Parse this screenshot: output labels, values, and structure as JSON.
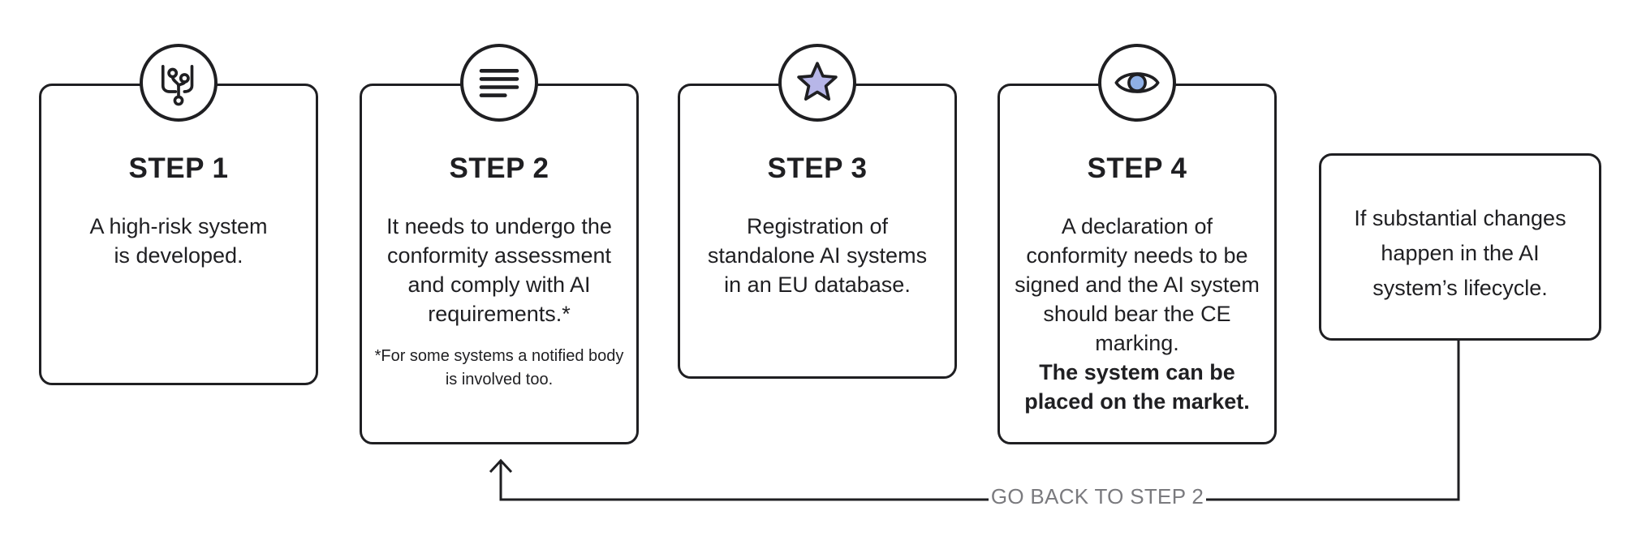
{
  "steps": [
    {
      "title": "STEP 1",
      "text": "A high-risk system is developed.",
      "icon": "branch-network-icon"
    },
    {
      "title": "STEP 2",
      "text": "It needs to undergo the conformity assessment and comply with AI requirements.*",
      "note": "*For some systems a notified body is involved too.",
      "icon": "text-lines-icon"
    },
    {
      "title": "STEP 3",
      "text": "Registration of standalone AI systems in an EU database.",
      "icon": "star-icon"
    },
    {
      "title": "STEP 4",
      "text": "A declaration of conformity needs to be signed and the AI system should bear the CE marking.",
      "strong_text": "The system can be placed on the market.",
      "icon": "eye-icon"
    }
  ],
  "change_box": {
    "text": "If substantial changes happen in the AI system’s lifecycle."
  },
  "loop": {
    "label": "GO BACK TO STEP 2"
  },
  "colors": {
    "stroke": "#1f1f22",
    "label_gray": "#7a7a7e",
    "star_fill": "#b7b6e8",
    "eye_fill": "#8fb0e6"
  }
}
